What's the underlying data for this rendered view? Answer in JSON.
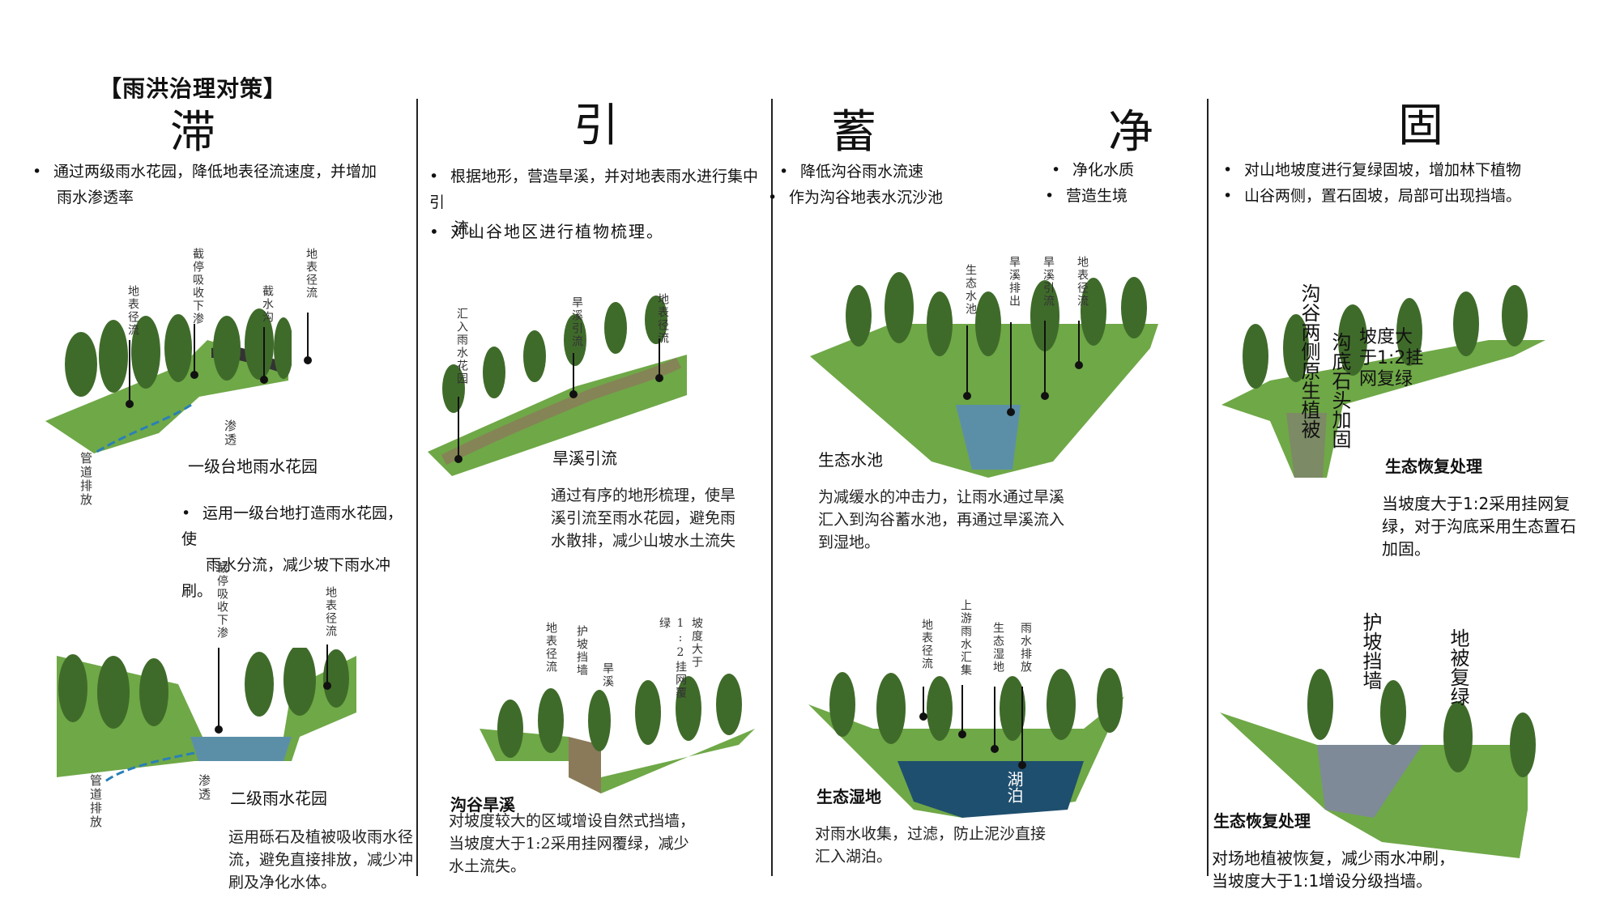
{
  "title": "【雨洪治理对策】",
  "columns": {
    "zhi": {
      "head": "滞",
      "bullet1": "通过两级雨水花园，降低地表径流速度，并增加",
      "bullet1b": "雨水渗透率",
      "caption1": "一级台地雨水花园",
      "labels1": {
        "surface": "地表径流",
        "intercept": "截停吸收下渗",
        "ditch": "截水沟",
        "surface2": "地表径流",
        "pipe": "管道排放",
        "seep": "渗透"
      },
      "bullet2": "运用一级台地打造雨水花园，使",
      "bullet2b": "雨水分流，减少坡下雨水冲刷。",
      "caption2": "二级雨水花园",
      "labels2": {
        "intercept": "截停吸收下渗",
        "surface": "地表径流",
        "pipe": "管道排放",
        "seep": "渗透"
      },
      "body2": [
        "运用砾石及植被吸收雨水径",
        "流，避免直接排放，减少冲",
        "刷及净化水体。"
      ]
    },
    "yin": {
      "head": "引",
      "bullet1": "根据地形，营造旱溪，并对地表雨水进行集中引",
      "bullet1b": "流。",
      "bullet2": "对山谷地区进行植物梳理。",
      "caption1": "旱溪引流",
      "labels1": {
        "inflow": "汇入雨水花园",
        "dry": "旱溪引流",
        "surface": "地表径流"
      },
      "body1": [
        "通过有序的地形梳理，使旱",
        "溪引流至雨水花园，避免雨",
        "水散排，减少山坡水土流失"
      ],
      "caption2": "沟谷旱溪",
      "labels2": {
        "surface": "地表径流",
        "wall": "护坡挡墙",
        "dry": "旱溪",
        "slope": "坡度大于1:2挂网覆绿"
      },
      "body2": [
        "对坡度较大的区域增设自然式挡墙，",
        "当坡度大于1:2采用挂网覆绿，减少",
        "水土流失。"
      ]
    },
    "xu": {
      "head": "蓄",
      "bullet1": "降低沟谷雨水流速",
      "bullet2": "作为沟谷地表水沉沙池",
      "caption1": "生态水池",
      "labels1": {
        "pond": "生态水池",
        "out": "旱溪排出",
        "dry": "旱溪引流",
        "surface": "地表径流"
      },
      "body1": [
        "为减缓水的冲击力，让雨水通过旱溪",
        "汇入到沟谷蓄水池，再通过旱溪流入",
        "到湿地。"
      ],
      "caption2": "生态湿地",
      "labels2": {
        "surface": "地表径流",
        "upstream": "上游雨水汇集",
        "wetland": "生态湿地",
        "rain": "雨水排放",
        "lake": "湖泊"
      },
      "body2": [
        "对雨水收集，过滤，防止泥沙直接",
        "汇入湖泊。"
      ]
    },
    "jing": {
      "head": "净",
      "bullet1": "净化水质",
      "bullet2": "营造生境"
    },
    "gu": {
      "head": "固",
      "bullet1": "对山地坡度进行复绿固坡，增加林下植物",
      "bullet2": "山谷两侧，置石固坡，局部可出现挡墙。",
      "labels1": {
        "sides": "沟谷两侧原生植被",
        "bottom": "沟底石头加固",
        "slope": "坡度大于1:2挂网复绿"
      },
      "caption1": "生态恢复处理",
      "body1": [
        "当坡度大于1:2采用挂网复",
        "绿，对于沟底采用生态置石",
        "加固。"
      ],
      "labels2": {
        "wall": "护坡挡墙",
        "green": "地被复绿"
      },
      "caption2": "生态恢复处理",
      "body2": [
        "对场地植被恢复，减少雨水冲刷，",
        "当坡度大于1:1增设分级挡墙。"
      ]
    }
  },
  "colors": {
    "grass": "#5f9a3a",
    "tree": "#3f6b2a",
    "water": "#2f7fa8",
    "lake": "#1f4f6e",
    "soil": "#8b7a5a",
    "arrow": "#2a7fb8"
  }
}
